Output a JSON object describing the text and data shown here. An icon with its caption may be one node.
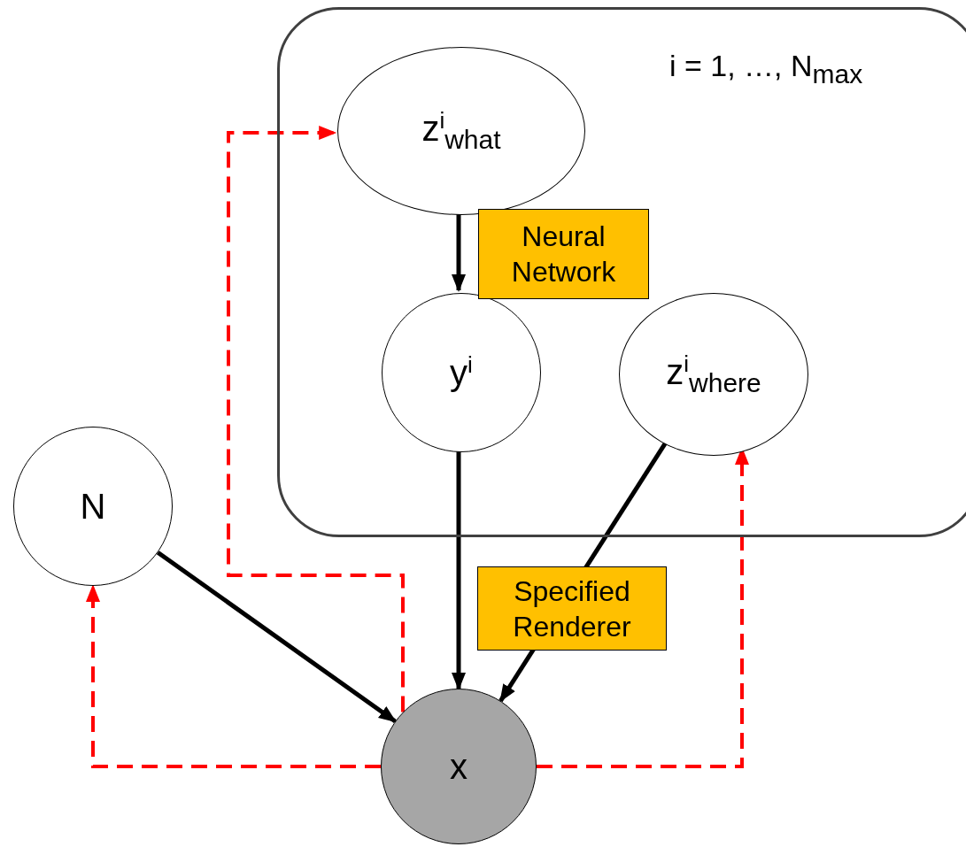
{
  "diagram": {
    "nodes": [
      {
        "text": [
          "i = 1, …, N$_{max}$"
        ]
      },
      {
        "text": [
          "z$^{i}$$_{what}$"
        ],
        "in": 0
      },
      {
        "text": [
          "y$^{i}$"
        ],
        "in": 0
      },
      {
        "text": [
          "z$^{i}$$_{where}$"
        ],
        "in": 0
      },
      {
        "text": [
          "N"
        ]
      },
      {
        "text": [
          "x"
        ]
      }
    ],
    "edges": [
      {
        "from": 1,
        "to": 2,
        "arrow": "to",
        "label": "Neural Network"
      },
      {
        "from": 2,
        "to": 5,
        "arrow": "to"
      },
      {
        "from": 3,
        "to": 5,
        "arrow": "to",
        "label": "Specified Renderer"
      },
      {
        "from": 4,
        "to": 5,
        "arrow": "to"
      },
      {
        "from": 5,
        "to": 4,
        "arrow": "to",
        "style": "dashed",
        "color": "#ff0000"
      },
      {
        "from": 5,
        "to": 1,
        "arrow": "to",
        "style": "dashed",
        "color": "#ff0000"
      },
      {
        "from": 5,
        "to": 3,
        "arrow": "to",
        "style": "dashed",
        "color": "#ff0000"
      }
    ]
  }
}
